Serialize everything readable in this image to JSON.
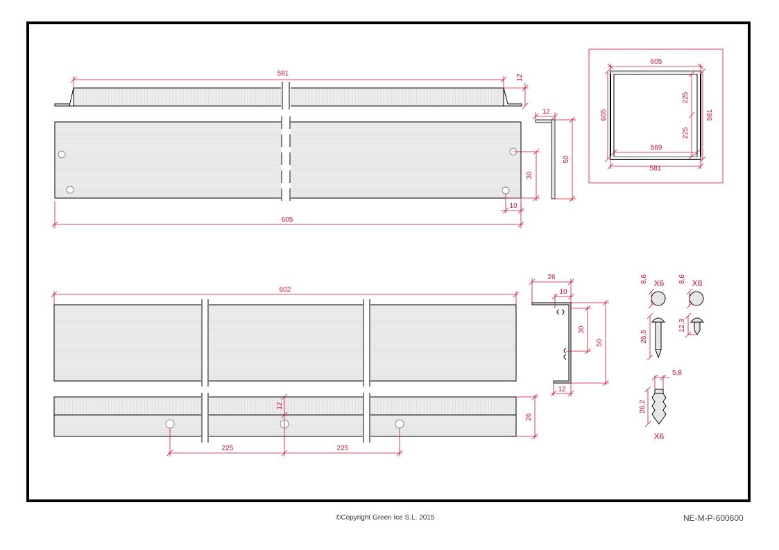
{
  "colors": {
    "dimension": "#d0102a",
    "outline": "#000000",
    "fill": "#e6e6e6"
  },
  "top_view": {
    "profile_length": "581",
    "profile_thickness": "12",
    "total_length": "605",
    "hole_spacing": "30",
    "hole_offset": "10"
  },
  "top_section": {
    "width": "12",
    "height": "50"
  },
  "frame_view": {
    "top": "605",
    "left": "605",
    "right": "581",
    "inner_upper": "225",
    "inner_lower": "225",
    "inner_bottom": "569",
    "outer_bottom": "581"
  },
  "bottom_view": {
    "total_length": "602",
    "lip_height": "12",
    "side_height": "26",
    "hole_spacing_1": "225",
    "hole_spacing_2": "225"
  },
  "bottom_section": {
    "top_width": "26",
    "lip": "10",
    "inner_height": "30",
    "outer_height": "50",
    "base": "12"
  },
  "hardware": {
    "cap_a_diameter": "8,6",
    "cap_a_qty": "X6",
    "cap_b_diameter": "8,6",
    "cap_b_qty": "X8",
    "screw_length": "26,5",
    "rivet_length": "12,3",
    "plug_width": "5,8",
    "plug_length": "26,2",
    "plug_qty": "X6"
  },
  "footer": {
    "copyright": "©Copyright Green Ice S.L. 2015",
    "drawing_code": "NE-M-P-600600"
  }
}
